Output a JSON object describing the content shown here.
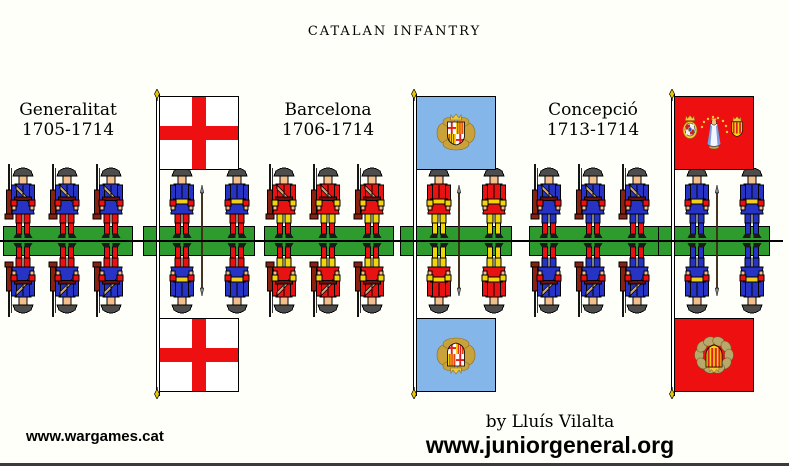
{
  "page": {
    "title": "CATALAN INFANTRY",
    "background": "#FDFFF8"
  },
  "footer": {
    "site_left": "www.wargames.cat",
    "credit": "by Lluís Vilalta",
    "site_right": "www.juniorgeneral.org"
  },
  "palette": {
    "flesh": "#F2BE8C",
    "hat_gray": "#4D4D4D",
    "musket_stock": "#8A2010",
    "crossbelt_tan": "#C8A878",
    "green_base": "#2E9B2E",
    "gold": "#C9A23C",
    "gold_bright": "#EFC93C",
    "wreath_gray_gold": "#B8A86A",
    "finial_gold": "#E8C800",
    "pike_brown": "#6B4A2A",
    "spearhead_gray": "#8A8A8A",
    "text": "#000000"
  },
  "groups": [
    {
      "name": "Generalitat",
      "years": "1705-1714",
      "rank": {
        "count": 3,
        "coat": "#2633C4",
        "cuffs": "#EE1010",
        "breeches": "#EE1010",
        "stockings": "#EE1010",
        "weapon": "musket"
      },
      "bearers": {
        "count": 2,
        "coat": "#2633C4",
        "cuffs": "#EE1010",
        "sash": "#EFCE1D",
        "breeches": "#EE1010",
        "stockings": "#EE1010"
      },
      "flag_front": {
        "design": "st-george-cross",
        "field": "#FFFFFF",
        "cross": "#EE1010"
      },
      "flag_back": {
        "design": "st-george-cross",
        "field": "#FFFFFF",
        "cross": "#EE1010"
      }
    },
    {
      "name": "Barcelona",
      "years": "1706-1714",
      "rank": {
        "count": 3,
        "coat": "#E81212",
        "cuffs": "#F0D50A",
        "breeches": "#F0D50A",
        "stockings": "#EE1010",
        "weapon": "musket"
      },
      "bearers": {
        "count": 2,
        "coat": "#E81212",
        "cuffs": "#F0D50A",
        "sash": "#F0D50A",
        "breeches": "#F0D50A",
        "stockings": "#F0D50A"
      },
      "flag_front": {
        "design": "barcelona-arms",
        "field": "#85B6EA"
      },
      "flag_back": {
        "design": "barcelona-arms",
        "field": "#85B6EA"
      }
    },
    {
      "name": "Concepció",
      "years": "1713-1714",
      "rank": {
        "count": 3,
        "coat": "#2633C4",
        "cuffs": "#EE1010",
        "breeches": "#2633C4",
        "stockings": "#EE1010",
        "weapon": "musket"
      },
      "bearers": {
        "count": 2,
        "coat": "#2633C4",
        "cuffs": "#EE1010",
        "sash": "#EFCE1D",
        "breeches": "#2633C4",
        "stockings": "#2633C4"
      },
      "flag_front": {
        "design": "concepcio-front",
        "field": "#EE1010"
      },
      "flag_back": {
        "design": "wreathed-arms",
        "field": "#EE1010"
      }
    }
  ]
}
